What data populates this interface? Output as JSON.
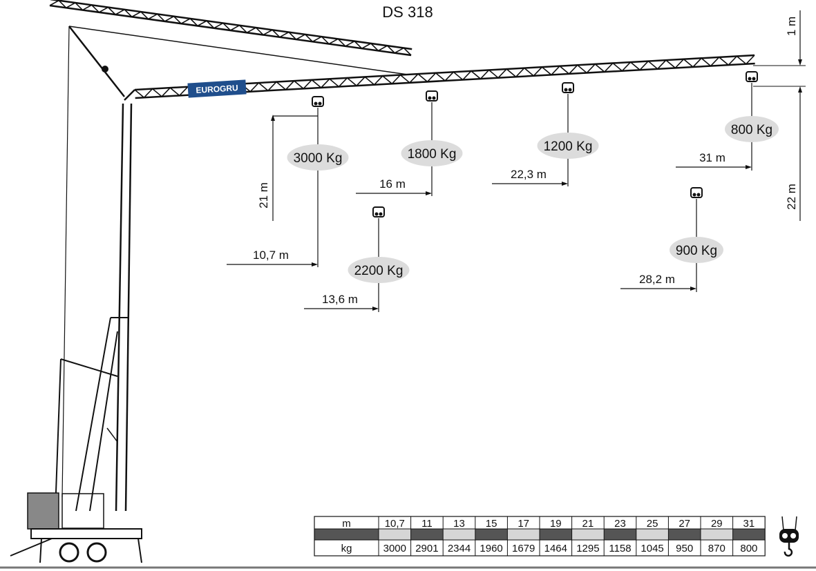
{
  "title": "DS 318",
  "brand": "EUROGRU",
  "loads": [
    {
      "label": "3000 Kg",
      "distance": "10,7 m"
    },
    {
      "label": "2200 Kg",
      "distance": "13,6 m"
    },
    {
      "label": "1800 Kg",
      "distance": "16 m"
    },
    {
      "label": "1200 Kg",
      "distance": "22,3 m"
    },
    {
      "label": "900 Kg",
      "distance": "28,2 m"
    },
    {
      "label": "800 Kg",
      "distance": "31 m"
    }
  ],
  "heights": {
    "hook_height": "21 m",
    "tower_height": "22 m",
    "tip_offset": "1 m"
  },
  "table": {
    "row_m_label": "m",
    "row_kg_label": "kg",
    "m": [
      "10,7",
      "11",
      "13",
      "15",
      "17",
      "19",
      "21",
      "23",
      "25",
      "27",
      "29",
      "31"
    ],
    "kg": [
      "3000",
      "2901",
      "2344",
      "1960",
      "1679",
      "1464",
      "1295",
      "1158",
      "1045",
      "950",
      "870",
      "800"
    ]
  },
  "colors": {
    "brand": "#1f4e8c",
    "ellipse": "#dcdcdc",
    "line": "#111111",
    "dark_cell": "#555555",
    "light_cell": "#d6d6d6"
  }
}
